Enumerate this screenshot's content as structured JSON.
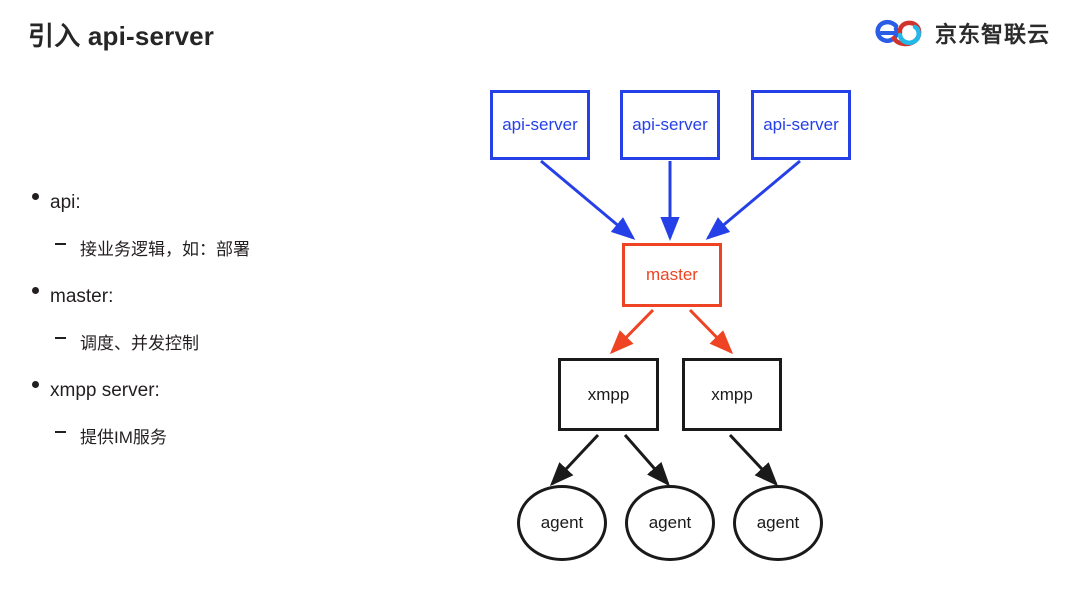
{
  "slide": {
    "title": "引入 api-server",
    "background_color": "#ffffff"
  },
  "brand": {
    "name": "京东智联云",
    "logo_icon": "jd-cloud-logo-icon",
    "logo_colors": {
      "blue": "#2b5ce6",
      "red": "#d0342c",
      "cyan": "#22b9e8"
    }
  },
  "bullets": [
    {
      "label": "api:",
      "sub": "接业务逻辑，如：部署"
    },
    {
      "label": "master:",
      "sub": "调度、并发控制"
    },
    {
      "label": "xmpp server:",
      "sub": "提供IM服务"
    }
  ],
  "diagram": {
    "type": "architecture-flow",
    "colors": {
      "api_server": "#2640e8",
      "master": "#ef4423",
      "xmpp": "#1a1a1a",
      "agent": "#1a1a1a"
    },
    "nodes": {
      "api_servers": [
        {
          "label": "api-server"
        },
        {
          "label": "api-server"
        },
        {
          "label": "api-server"
        }
      ],
      "master": {
        "label": "master"
      },
      "xmpp_servers": [
        {
          "label": "xmpp"
        },
        {
          "label": "xmpp"
        }
      ],
      "agents": [
        {
          "label": "agent"
        },
        {
          "label": "agent"
        },
        {
          "label": "agent"
        }
      ]
    },
    "edges": [
      {
        "from": "api-server-1",
        "to": "master",
        "color": "#2640e8"
      },
      {
        "from": "api-server-2",
        "to": "master",
        "color": "#2640e8"
      },
      {
        "from": "api-server-3",
        "to": "master",
        "color": "#2640e8"
      },
      {
        "from": "master",
        "to": "xmpp-1",
        "color": "#ef4423"
      },
      {
        "from": "master",
        "to": "xmpp-2",
        "color": "#ef4423"
      },
      {
        "from": "xmpp-1",
        "to": "agent-1",
        "color": "#1a1a1a"
      },
      {
        "from": "xmpp-1",
        "to": "agent-2",
        "color": "#1a1a1a"
      },
      {
        "from": "xmpp-2",
        "to": "agent-3",
        "color": "#1a1a1a"
      }
    ]
  }
}
